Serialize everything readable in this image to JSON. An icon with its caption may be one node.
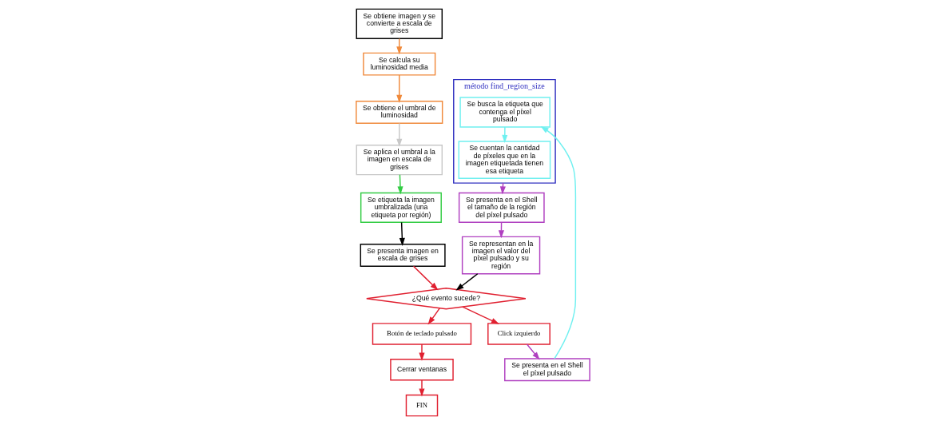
{
  "diagram": {
    "nodes": [
      {
        "text": [
          "Se obtiene imagen y se convierte a escala de grises"
        ]
      },
      {
        "text": [
          "Se calcula su luminosidad media"
        ]
      },
      {
        "text": [
          "Se obtiene el umbral de luminosidad"
        ]
      },
      {
        "text": [
          "Se aplica el umbral a la imagen en escala de grises"
        ]
      },
      {
        "text": [
          "Se etiqueta la imagen umbralizada (una etiqueta por región)"
        ]
      },
      {
        "text": [
          "Se presenta imagen en escala de grises"
        ]
      },
      {
        "text": [
          "¿Qué evento sucede?"
        ]
      },
      {
        "text": [
          "Botón de teclado pulsado"
        ]
      },
      {
        "text": [
          "Cerrar ventanas"
        ]
      },
      {
        "text": [
          "FIN"
        ]
      },
      {
        "text": [
          "Click izquierdo"
        ]
      },
      {
        "text": [
          "Se presenta en el Shell el píxel pulsado"
        ]
      },
      {
        "text": [
          "método find_region_size"
        ]
      },
      {
        "text": [
          "Se busca la etiqueta que contenga el píxel pulsado"
        ],
        "in": 12
      },
      {
        "text": [
          "Se cuentan la cantidad de píxeles que en la imagen etiquetada tienen esa etiqueta"
        ],
        "in": 12
      },
      {
        "text": [
          "Se presenta en el Shell el tamaño de la región del píxel pulsado"
        ]
      },
      {
        "text": [
          "Se representan en la imagen el valor del píxel pulsado y su región"
        ]
      }
    ],
    "edges": [
      {
        "from": 0,
        "to": 1,
        "arrow": "to",
        "color": "#f08a3c"
      },
      {
        "from": 1,
        "to": 2,
        "arrow": "to",
        "color": "#f08a3c"
      },
      {
        "from": 2,
        "to": 3,
        "arrow": "to",
        "color": "#c8c8c8"
      },
      {
        "from": 3,
        "to": 4,
        "arrow": "to",
        "color": "#33cc44"
      },
      {
        "from": 4,
        "to": 5,
        "arrow": "to",
        "color": "#000000"
      },
      {
        "from": 5,
        "to": 6,
        "arrow": "to"
      },
      {
        "from": 6,
        "to": 7,
        "arrow": "to"
      },
      {
        "from": 7,
        "to": 8,
        "arrow": "to"
      },
      {
        "from": 8,
        "to": 9,
        "arrow": "to"
      },
      {
        "from": 6,
        "to": 10,
        "arrow": "to"
      },
      {
        "from": 10,
        "to": 11,
        "arrow": "to",
        "color": "#b040c0"
      },
      {
        "from": 11,
        "to": 13,
        "arrow": "to",
        "color": "#70f0f0"
      },
      {
        "from": 13,
        "to": 14,
        "arrow": "to",
        "color": "#70f0f0"
      },
      {
        "from": 12,
        "to": 15,
        "arrow": "to",
        "color": "#b040c0"
      },
      {
        "from": 15,
        "to": 16,
        "arrow": "to",
        "color": "#b040c0"
      },
      {
        "from": 16,
        "to": 6,
        "arrow": "to",
        "color": "#000000"
      }
    ]
  }
}
